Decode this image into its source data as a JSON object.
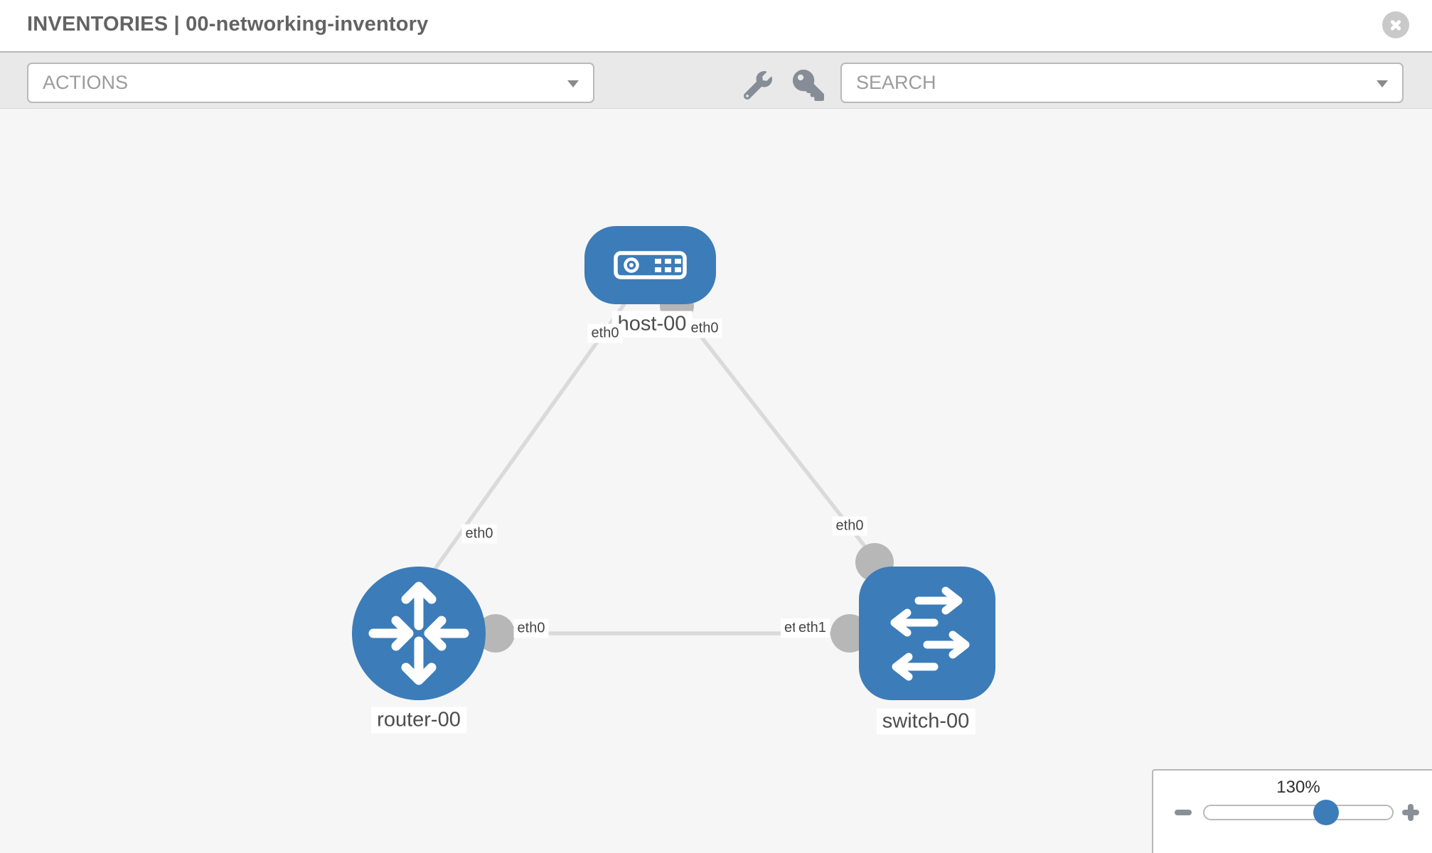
{
  "header": {
    "title": "INVENTORIES | 00-networking-inventory"
  },
  "toolbar": {
    "actions_label": "ACTIONS",
    "search_placeholder": "SEARCH"
  },
  "topology": {
    "nodes": [
      {
        "id": "host-00",
        "type": "host",
        "label": "host-00"
      },
      {
        "id": "router-00",
        "type": "router",
        "label": "router-00"
      },
      {
        "id": "switch-00",
        "type": "switch",
        "label": "switch-00"
      }
    ],
    "links": [
      {
        "from": "host-00",
        "from_iface": "eth0",
        "to": "router-00",
        "to_iface": "eth0"
      },
      {
        "from": "host-00",
        "from_iface": "eth0",
        "to": "switch-00",
        "to_iface": "eth0"
      },
      {
        "from": "router-00",
        "from_iface": "eth0",
        "to": "switch-00",
        "to_iface": "eth1",
        "to_iface_overlapped": "eth1"
      }
    ]
  },
  "zoom_control": {
    "level": "130%"
  },
  "colors": {
    "node_fill": "#3c7cb9",
    "link": "#dadada",
    "port_dot": "#b7b7b7",
    "icon_gray": "#8a9097",
    "toolbar_bg": "#e9e9e9",
    "canvas_bg": "#f6f6f6"
  }
}
